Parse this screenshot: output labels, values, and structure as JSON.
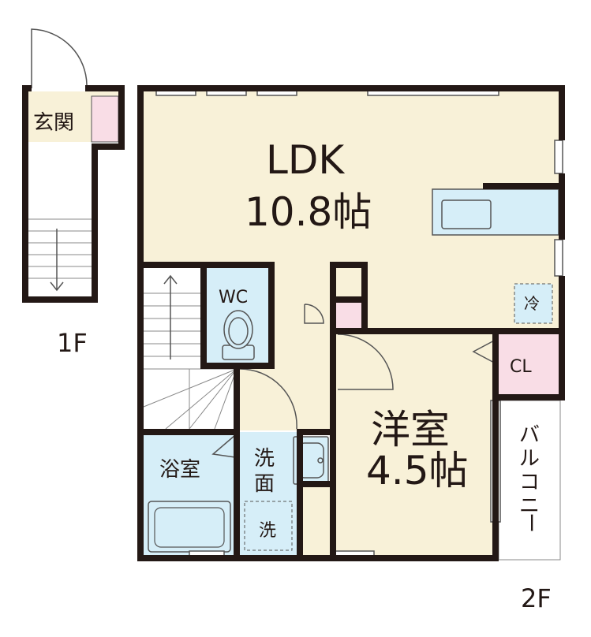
{
  "floor_1": {
    "label": "1F",
    "rooms": {
      "entrance": "玄関"
    }
  },
  "floor_2": {
    "label": "2F",
    "rooms": {
      "ldk_name": "LDK",
      "ldk_size": "10.8帖",
      "western_name": "洋室",
      "western_size": "4.5帖",
      "wc": "WC",
      "bath": "浴室",
      "washroom_line1": "洗",
      "washroom_line2": "面",
      "washer": "洗",
      "fridge": "冷",
      "closet": "CL",
      "balcony": [
        "バ",
        "ル",
        "コ",
        "ニ",
        "ー"
      ]
    }
  },
  "colors": {
    "wall": "#231815",
    "floor_wood": "#f8f1d8",
    "floor_wet": "#d6eef8",
    "storage_pink": "#f9dde6",
    "stair_white": "#ffffff"
  }
}
